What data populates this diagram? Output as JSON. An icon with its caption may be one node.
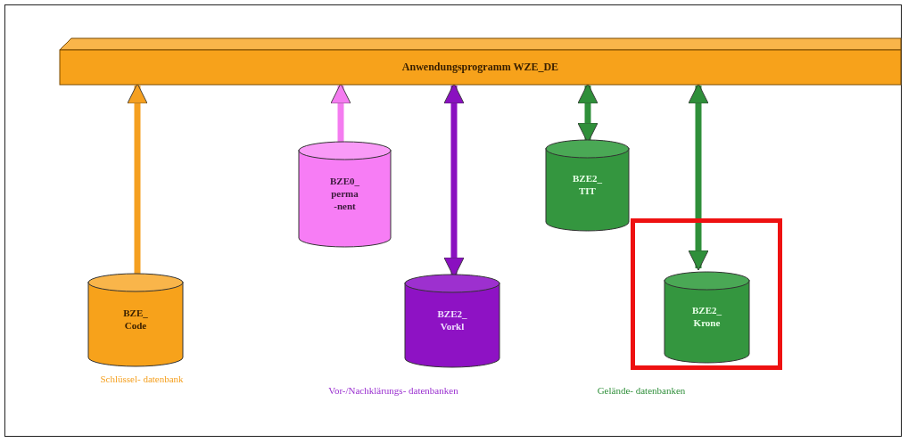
{
  "diagram": {
    "nodes": [
      {
        "text": [
          "Anwendungsprogramm WZE_DE"
        ]
      },
      {
        "text": [
          "BZE_ Code"
        ]
      },
      {
        "text": [
          "BZE0_ perma -nent"
        ]
      },
      {
        "text": [
          "BZE2_ Vorkl"
        ]
      },
      {
        "text": [
          "BZE2_ TIT"
        ]
      },
      {
        "text": [],
        "shape": "box"
      },
      {
        "text": [
          "BZE2_ Krone"
        ],
        "in": 5
      }
    ],
    "edges": [
      {
        "from": 1,
        "to": 0,
        "arrow": "to",
        "color": "#f5a020"
      },
      {
        "from": 2,
        "to": 0,
        "arrow": "to",
        "color": "#f47cf0"
      },
      {
        "from": 3,
        "to": 0,
        "arrow": "both",
        "color": "#8a10c0"
      },
      {
        "from": 4,
        "to": 0,
        "arrow": "both",
        "color": "#2f8f3a"
      },
      {
        "from": 6,
        "to": 0,
        "arrow": "both",
        "color": "#2f8f3a"
      }
    ],
    "labels": [
      "Schlüssel- datenbank",
      "Vor-/Nachklärungs- datenbanken",
      "Gelände- datenbanken"
    ]
  }
}
